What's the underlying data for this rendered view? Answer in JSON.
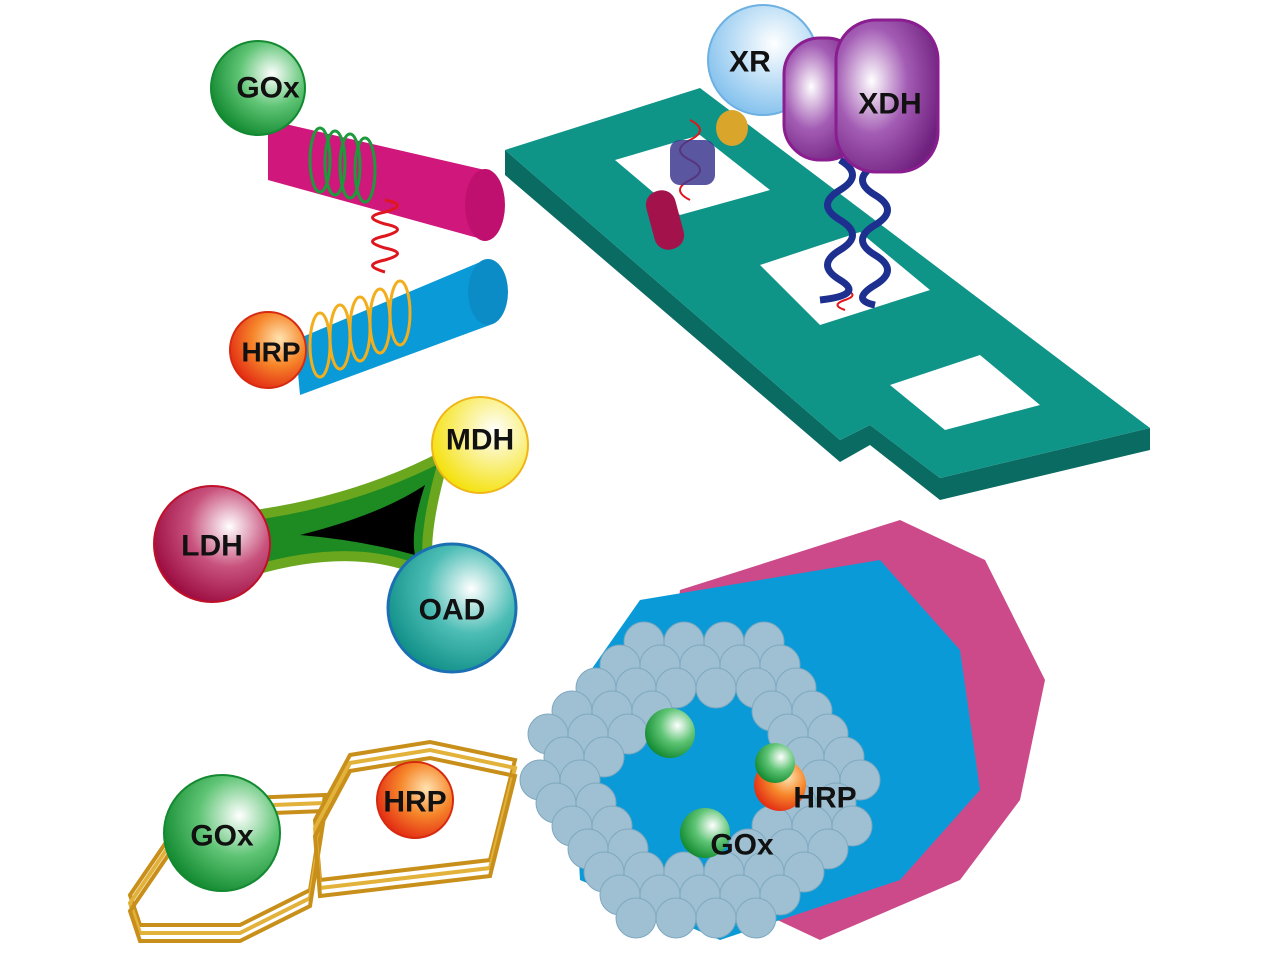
{
  "panels": {
    "dna_origami_pair": {
      "enzyme_top": "GOx",
      "enzyme_bottom": "HRP"
    },
    "dna_tile": {
      "enzyme_sphere": "XR",
      "enzyme_dimer": "XDH"
    },
    "three_arm_junction": {
      "top": "MDH",
      "left": "LDH",
      "bottom": "OAD"
    },
    "hexagon_cages": {
      "left": "GOx",
      "right": "HRP"
    },
    "nanotube_bundle": {
      "enzyme_a": "HRP",
      "enzyme_b": "GOx"
    }
  },
  "colors": {
    "gox": "#1e9a3c",
    "hrp": "#ee4a1a",
    "xr": "#8fc8ef",
    "xdh": "#7b2a8f",
    "mdh": "#f4e21a",
    "ldh": "#a3124a",
    "oad": "#1fa49c",
    "tile": "#0f9488",
    "magenta": "#d0177b",
    "blue": "#0a9ad8",
    "gold": "#d9a52a",
    "tube_end": "#9ec0d2"
  }
}
